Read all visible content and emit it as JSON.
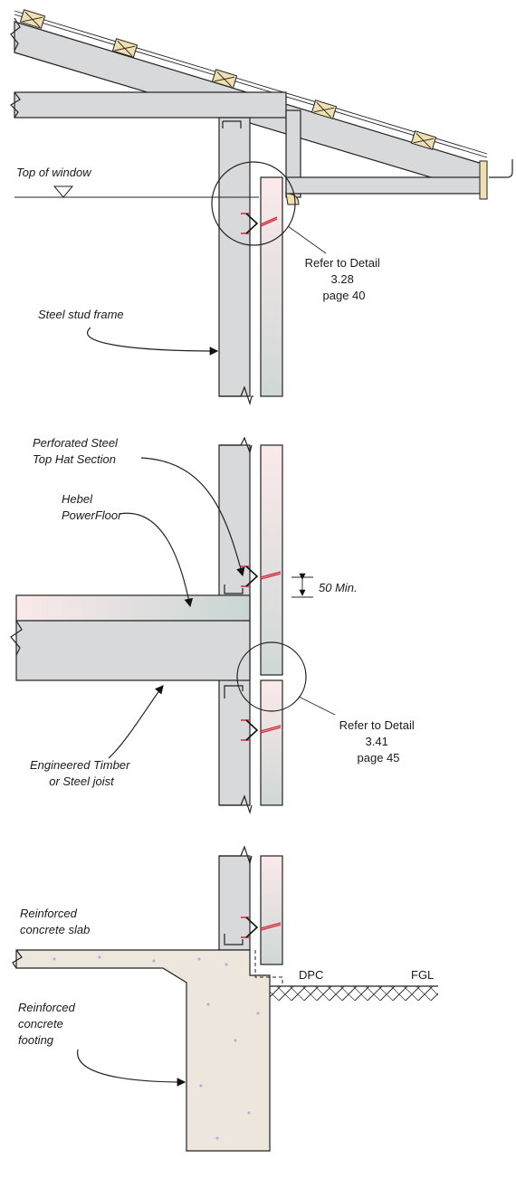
{
  "labels": {
    "top_of_window": "Top of window",
    "refer_detail_1": [
      "Refer to Detail",
      "3.28",
      "page 40"
    ],
    "steel_stud_frame": "Steel stud frame",
    "perforated_steel": [
      "Perforated Steel",
      "Top Hat Section"
    ],
    "hebel_powerfloor": [
      "Hebel",
      "PowerFloor"
    ],
    "fifty_min": "50 Min.",
    "refer_detail_2": [
      "Refer to Detail",
      "3.41",
      "page 45"
    ],
    "engineered_joist": [
      "Engineered Timber",
      "or Steel joist"
    ],
    "reinforced_slab": [
      "Reinforced",
      "concrete slab"
    ],
    "dpc": "DPC",
    "fgl": "FGL",
    "reinforced_footing": [
      "Reinforced",
      "concrete",
      "footing"
    ]
  },
  "colors": {
    "stud_fill": "#d7d9db",
    "hebel_fill_top": "#fbe9ea",
    "hebel_fill_bottom": "#cfd8d6",
    "tie_red": "#d3263a",
    "concrete_fill": "#ece6dc",
    "fascia_fill": "#f0e0b0"
  }
}
